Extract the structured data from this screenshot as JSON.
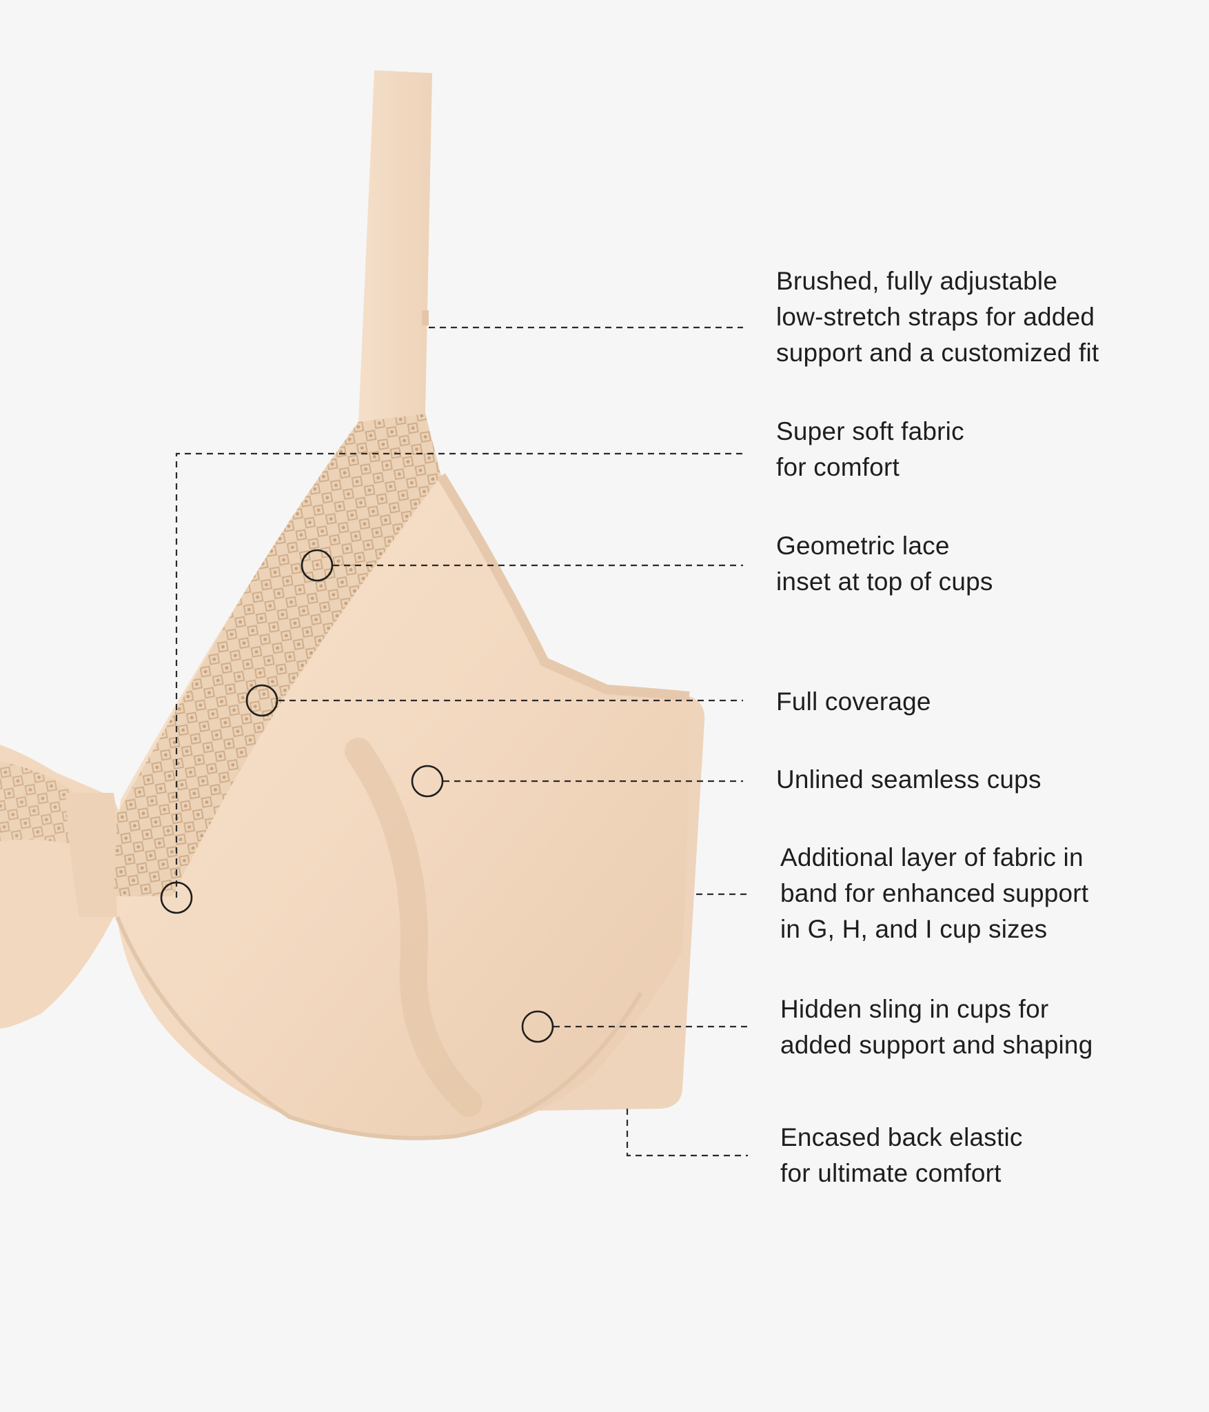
{
  "product": {
    "fabric_color": "#f4dcc4",
    "lace_color": "#dcbd9c",
    "line_color": "#2a2a2a"
  },
  "callouts": [
    {
      "id": "straps",
      "lines": [
        "Brushed, fully adjustable",
        "low-stretch straps for added",
        "support and a customized fit"
      ]
    },
    {
      "id": "fabric",
      "lines": [
        "Super soft fabric",
        "for comfort"
      ]
    },
    {
      "id": "lace",
      "lines": [
        "Geometric lace",
        "inset at top of cups"
      ]
    },
    {
      "id": "coverage",
      "lines": [
        "Full coverage"
      ]
    },
    {
      "id": "cups",
      "lines": [
        "Unlined seamless cups"
      ]
    },
    {
      "id": "band",
      "lines": [
        "Additional layer of fabric in",
        "band for enhanced support",
        "in G, H, and I cup sizes"
      ]
    },
    {
      "id": "sling",
      "lines": [
        "Hidden sling in cups for",
        "added support and shaping"
      ]
    },
    {
      "id": "elastic",
      "lines": [
        "Encased back elastic",
        "for ultimate comfort"
      ]
    }
  ]
}
